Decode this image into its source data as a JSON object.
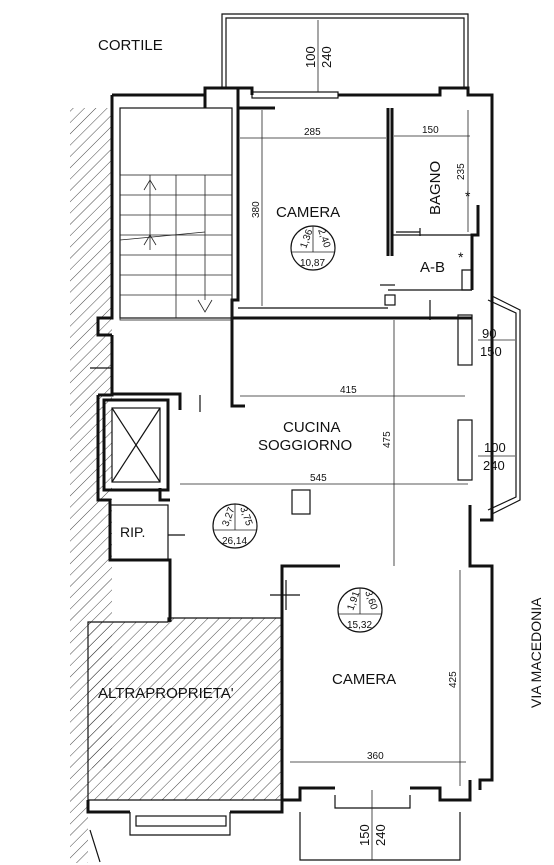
{
  "labels": {
    "cortile": "CORTILE",
    "camera_top": "CAMERA",
    "bagno": "BAGNO",
    "ab": "A-B",
    "cucina": "CUCINA",
    "soggiorno": "SOGGIORNO",
    "rip": "RIP.",
    "camera_bottom": "CAMERA",
    "altraproprieta": "ALTRAPROPRIETA'",
    "via": "VIA MACEDONIA",
    "asterisk": "*"
  },
  "dimensions": {
    "camera_top_width": "285",
    "camera_top_height": "380",
    "bagno_width": "150",
    "bagno_height": "235",
    "cucina_width": "415",
    "soggiorno_width": "545",
    "soggiorno_height": "475",
    "camera_bottom_width": "360",
    "camera_bottom_height": "425",
    "balcony_top_a": "100",
    "balcony_top_b": "240",
    "window_right_a": "90",
    "window_right_b": "150",
    "bay_right_a": "100",
    "bay_right_b": "240",
    "balcony_bottom_a": "150",
    "balcony_bottom_b": "240"
  },
  "room_stats": {
    "camera_top": {
      "a": "1,36",
      "b": "2,40",
      "area": "10,87"
    },
    "soggiorno": {
      "a": "3,27",
      "b": "3,75",
      "area": "26,14"
    },
    "camera_bottom": {
      "a": "1,91",
      "b": "3,60",
      "area": "15,32"
    }
  }
}
